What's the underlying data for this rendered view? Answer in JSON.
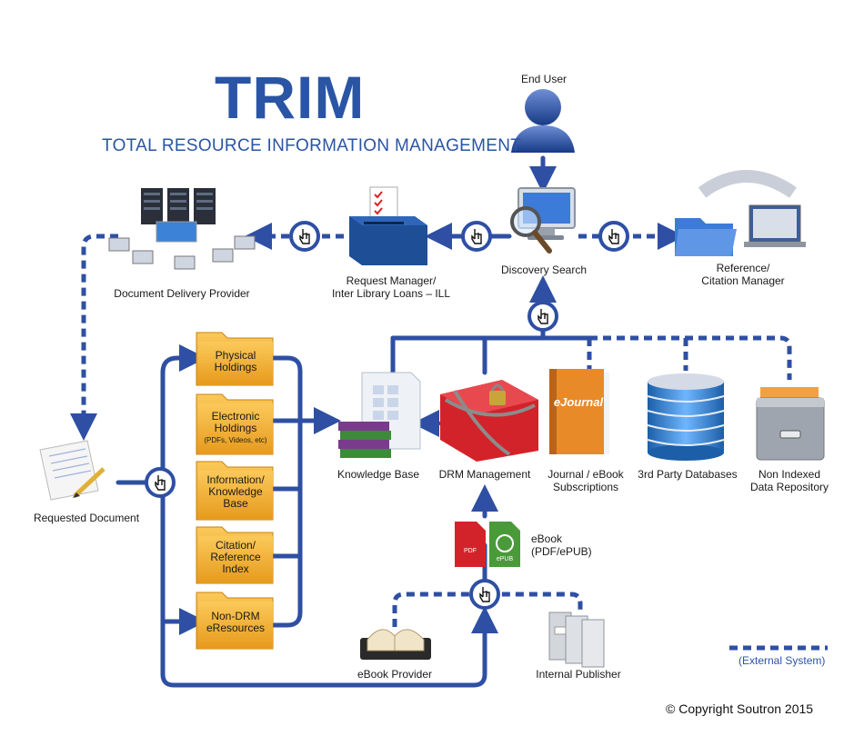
{
  "header": {
    "title": "TRIM",
    "subtitle": "TOTAL RESOURCE INFORMATION MANAGEMENT"
  },
  "nodes": {
    "end_user": "End User",
    "discovery_search": "Discovery Search",
    "request_manager": "Request Manager/\nInter Library Loans – ILL",
    "document_delivery": "Document Delivery Provider",
    "reference_manager": "Reference/\nCitation Manager",
    "requested_document": "Requested Document",
    "knowledge_base": "Knowledge Base",
    "drm_management": "DRM Management",
    "journal_subscriptions": "Journal / eBook\nSubscriptions",
    "third_party_db": "3rd Party Databases",
    "non_indexed": "Non Indexed\nData Repository",
    "ebook_format": "eBook\n(PDF/ePUB)",
    "ebook_provider": "eBook Provider",
    "internal_publisher": "Internal Publisher"
  },
  "folders": [
    {
      "label": "Physical\nHoldings",
      "sub": ""
    },
    {
      "label": "Electronic\nHoldings",
      "sub": "(PDFs, Videos, etc)"
    },
    {
      "label": "Information/\nKnowledge\nBase",
      "sub": ""
    },
    {
      "label": "Citation/\nReference\nIndex",
      "sub": ""
    },
    {
      "label": "Non-DRM\neResources",
      "sub": ""
    }
  ],
  "icons": {
    "journal_cover": "eJournal",
    "pdf_badge": "PDF",
    "epub_badge": "ePUB"
  },
  "legend": {
    "external_system": "(External System)"
  },
  "footer": {
    "copyright": "© Copyright Soutron 2015"
  },
  "colors": {
    "flow_blue": "#2e4fa3",
    "title_blue": "#2a55a4",
    "folder_orange": "#f2a92a",
    "server_blue": "#1f4f8f"
  }
}
